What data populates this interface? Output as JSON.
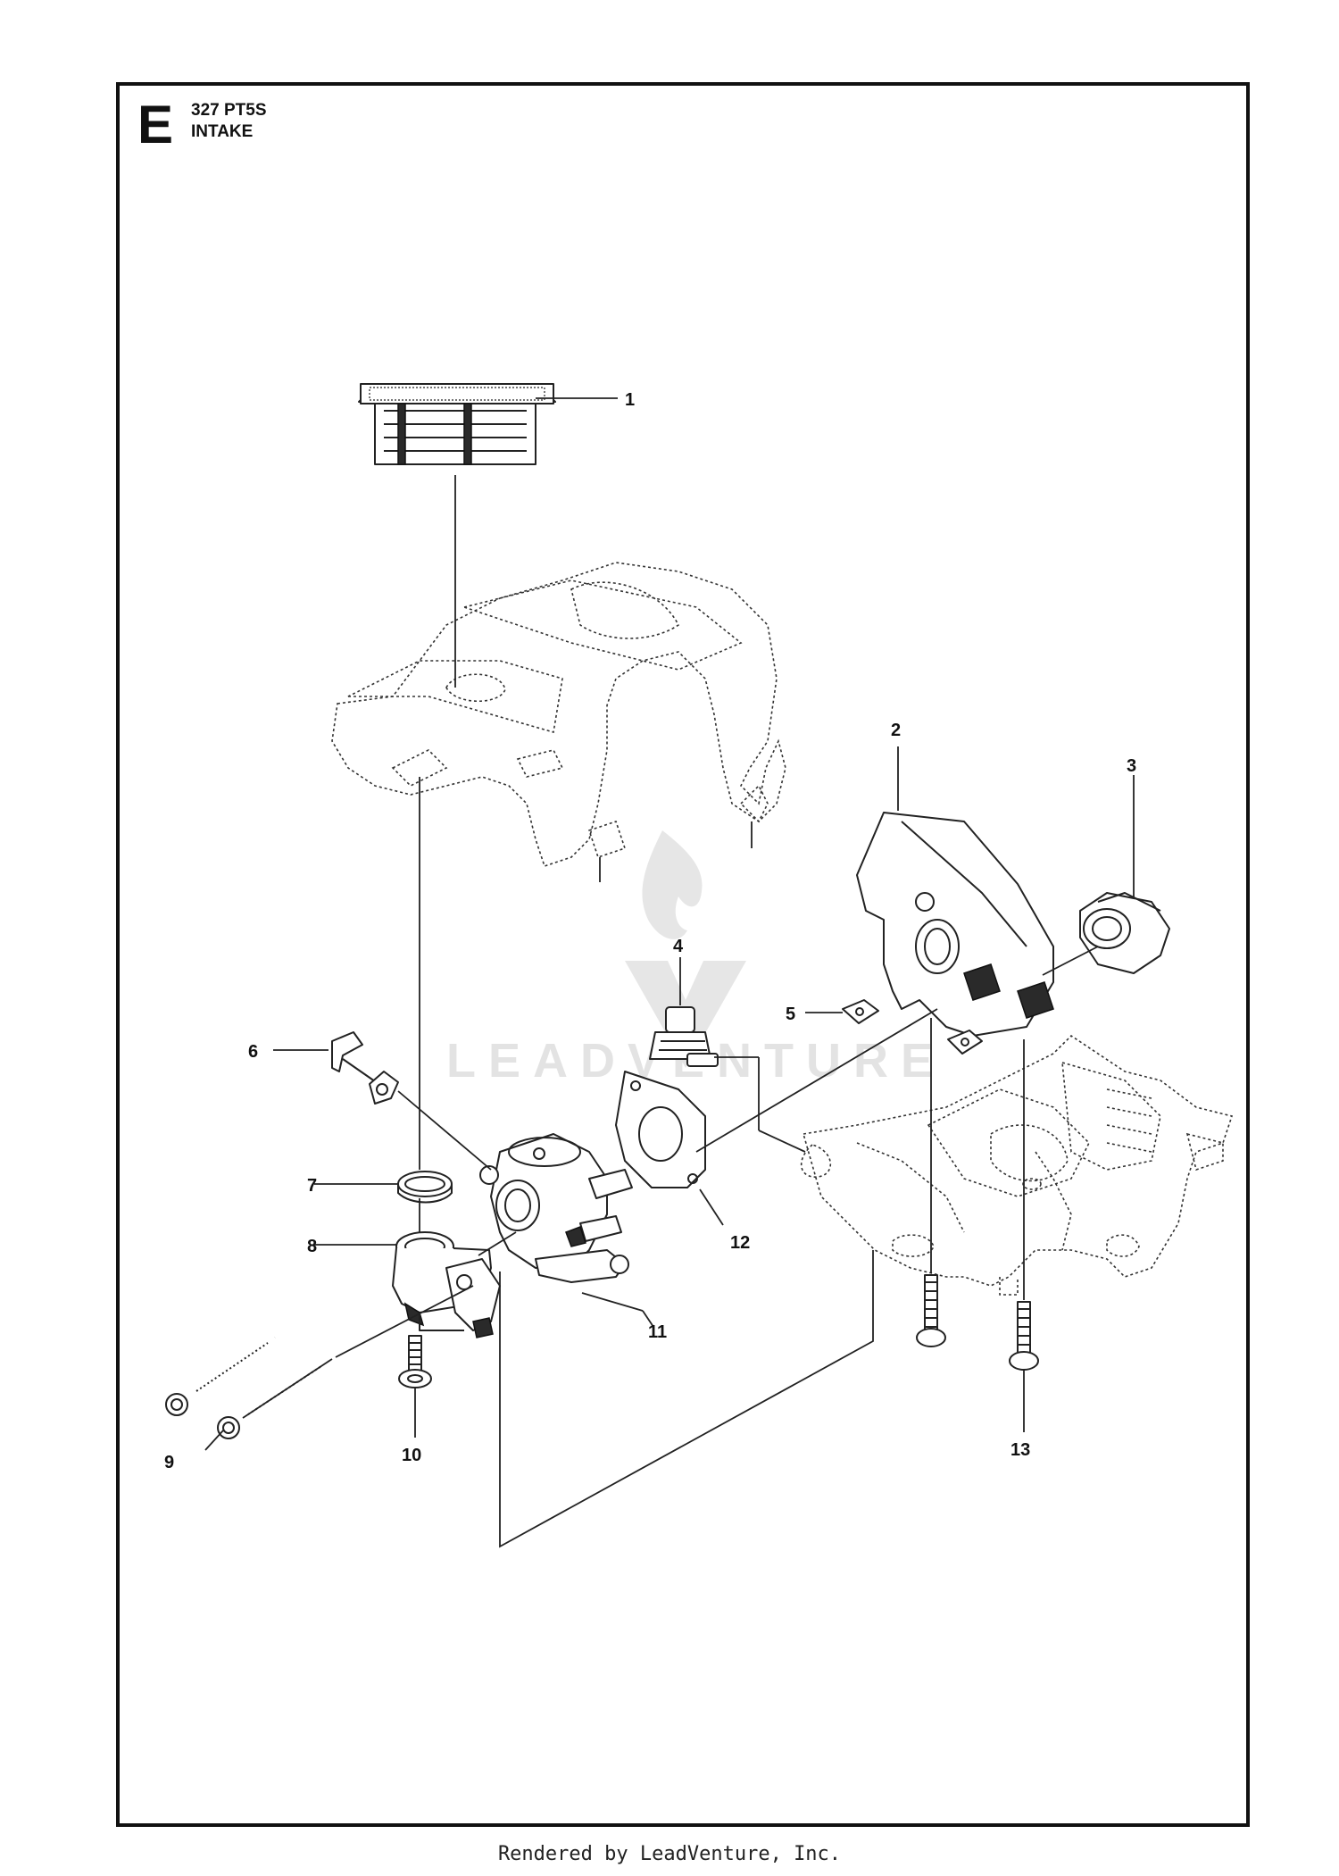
{
  "header": {
    "section_letter": "E",
    "model": "327 PT5S",
    "section_name": "INTAKE"
  },
  "callouts": [
    {
      "id": "1",
      "label": "1"
    },
    {
      "id": "2",
      "label": "2"
    },
    {
      "id": "3",
      "label": "3"
    },
    {
      "id": "4",
      "label": "4"
    },
    {
      "id": "5",
      "label": "5"
    },
    {
      "id": "6",
      "label": "6"
    },
    {
      "id": "7",
      "label": "7"
    },
    {
      "id": "8",
      "label": "8"
    },
    {
      "id": "9",
      "label": "9"
    },
    {
      "id": "10",
      "label": "10"
    },
    {
      "id": "11",
      "label": "11"
    },
    {
      "id": "12",
      "label": "12"
    },
    {
      "id": "13",
      "label": "13"
    }
  ],
  "watermark": {
    "text": "LEADVENTURE",
    "color": "#e3e3e3"
  },
  "footer": {
    "text": "Rendered by LeadVenture, Inc."
  },
  "colors": {
    "ink": "#111111",
    "background": "#ffffff"
  }
}
